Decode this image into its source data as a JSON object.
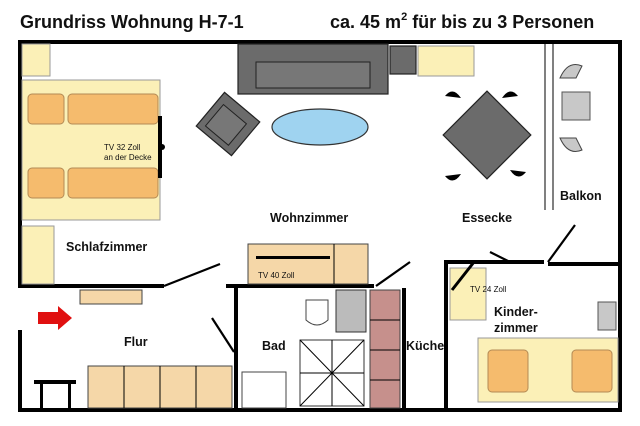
{
  "title": {
    "left": "Grundriss Wohnung H-7-1",
    "right_prefix": "ca. 45 m",
    "right_sup": "2",
    "right_suffix": " für bis zu 3 Personen"
  },
  "rooms": {
    "schlafzimmer": "Schlafzimmer",
    "wohnzimmer": "Wohnzimmer",
    "essecke": "Essecke",
    "balkon": "Balkon",
    "flur": "Flur",
    "bad": "Bad",
    "kueche": "Küche",
    "kinder_line1": "Kinder-",
    "kinder_line2": "zimmer"
  },
  "tv_labels": {
    "tv32_line1": "TV 32 Zoll",
    "tv32_line2": "an der Decke",
    "tv40": "TV 40 Zoll",
    "tv24": "TV 24 Zoll"
  },
  "colors": {
    "bed": "#f7d098",
    "pillow": "#f5bb6d",
    "kitchen": "#c6908c",
    "water": "#9fd3f0",
    "entry_arrow": "#e01010"
  }
}
